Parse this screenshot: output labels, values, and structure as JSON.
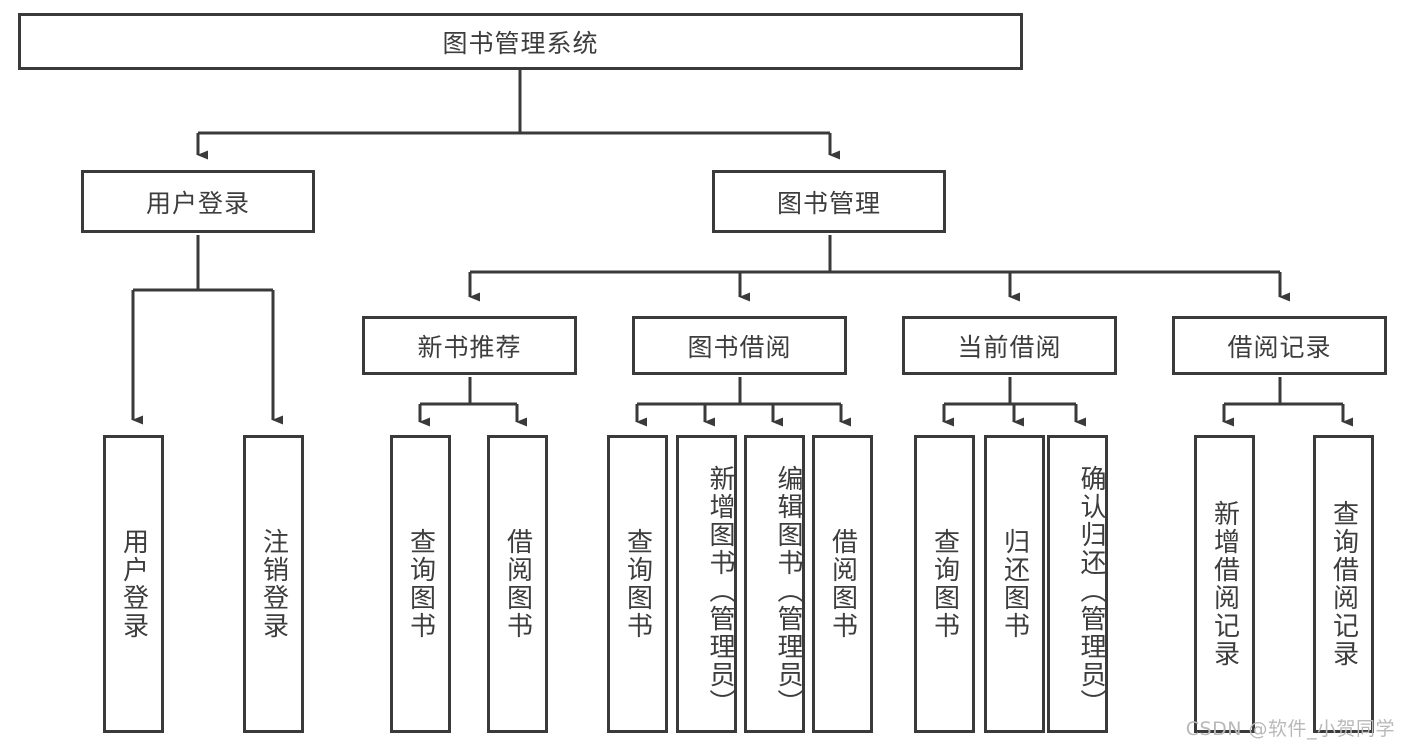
{
  "diagram": {
    "title": "图书管理系统",
    "type": "tree-hierarchy",
    "root": {
      "label": "图书管理系统"
    },
    "level2": [
      {
        "label": "用户登录"
      },
      {
        "label": "图书管理"
      }
    ],
    "level3": [
      {
        "label": "新书推荐"
      },
      {
        "label": "图书借阅"
      },
      {
        "label": "当前借阅"
      },
      {
        "label": "借阅记录"
      }
    ],
    "leaves": {
      "user_login": [
        {
          "label": "用户登录"
        },
        {
          "label": "注销登录"
        }
      ],
      "new_book_recommend": [
        {
          "label": "查询图书"
        },
        {
          "label": "借阅图书"
        }
      ],
      "book_borrow": [
        {
          "label": "查询图书"
        },
        {
          "label": "新增图书（管理员）"
        },
        {
          "label": "编辑图书（管理员）"
        },
        {
          "label": "借阅图书"
        }
      ],
      "current_borrow": [
        {
          "label": "查询图书"
        },
        {
          "label": "归还图书"
        },
        {
          "label": "确认归还（管理员）"
        }
      ],
      "borrow_record": [
        {
          "label": "新增借阅记录"
        },
        {
          "label": "查询借阅记录"
        }
      ]
    }
  },
  "watermark": {
    "text": "CSDN @软件_小贺同学"
  },
  "colors": {
    "border": "#3a3a3a",
    "text": "#3d3d3d",
    "background": "#ffffff",
    "watermark": "#b9b9b9"
  }
}
